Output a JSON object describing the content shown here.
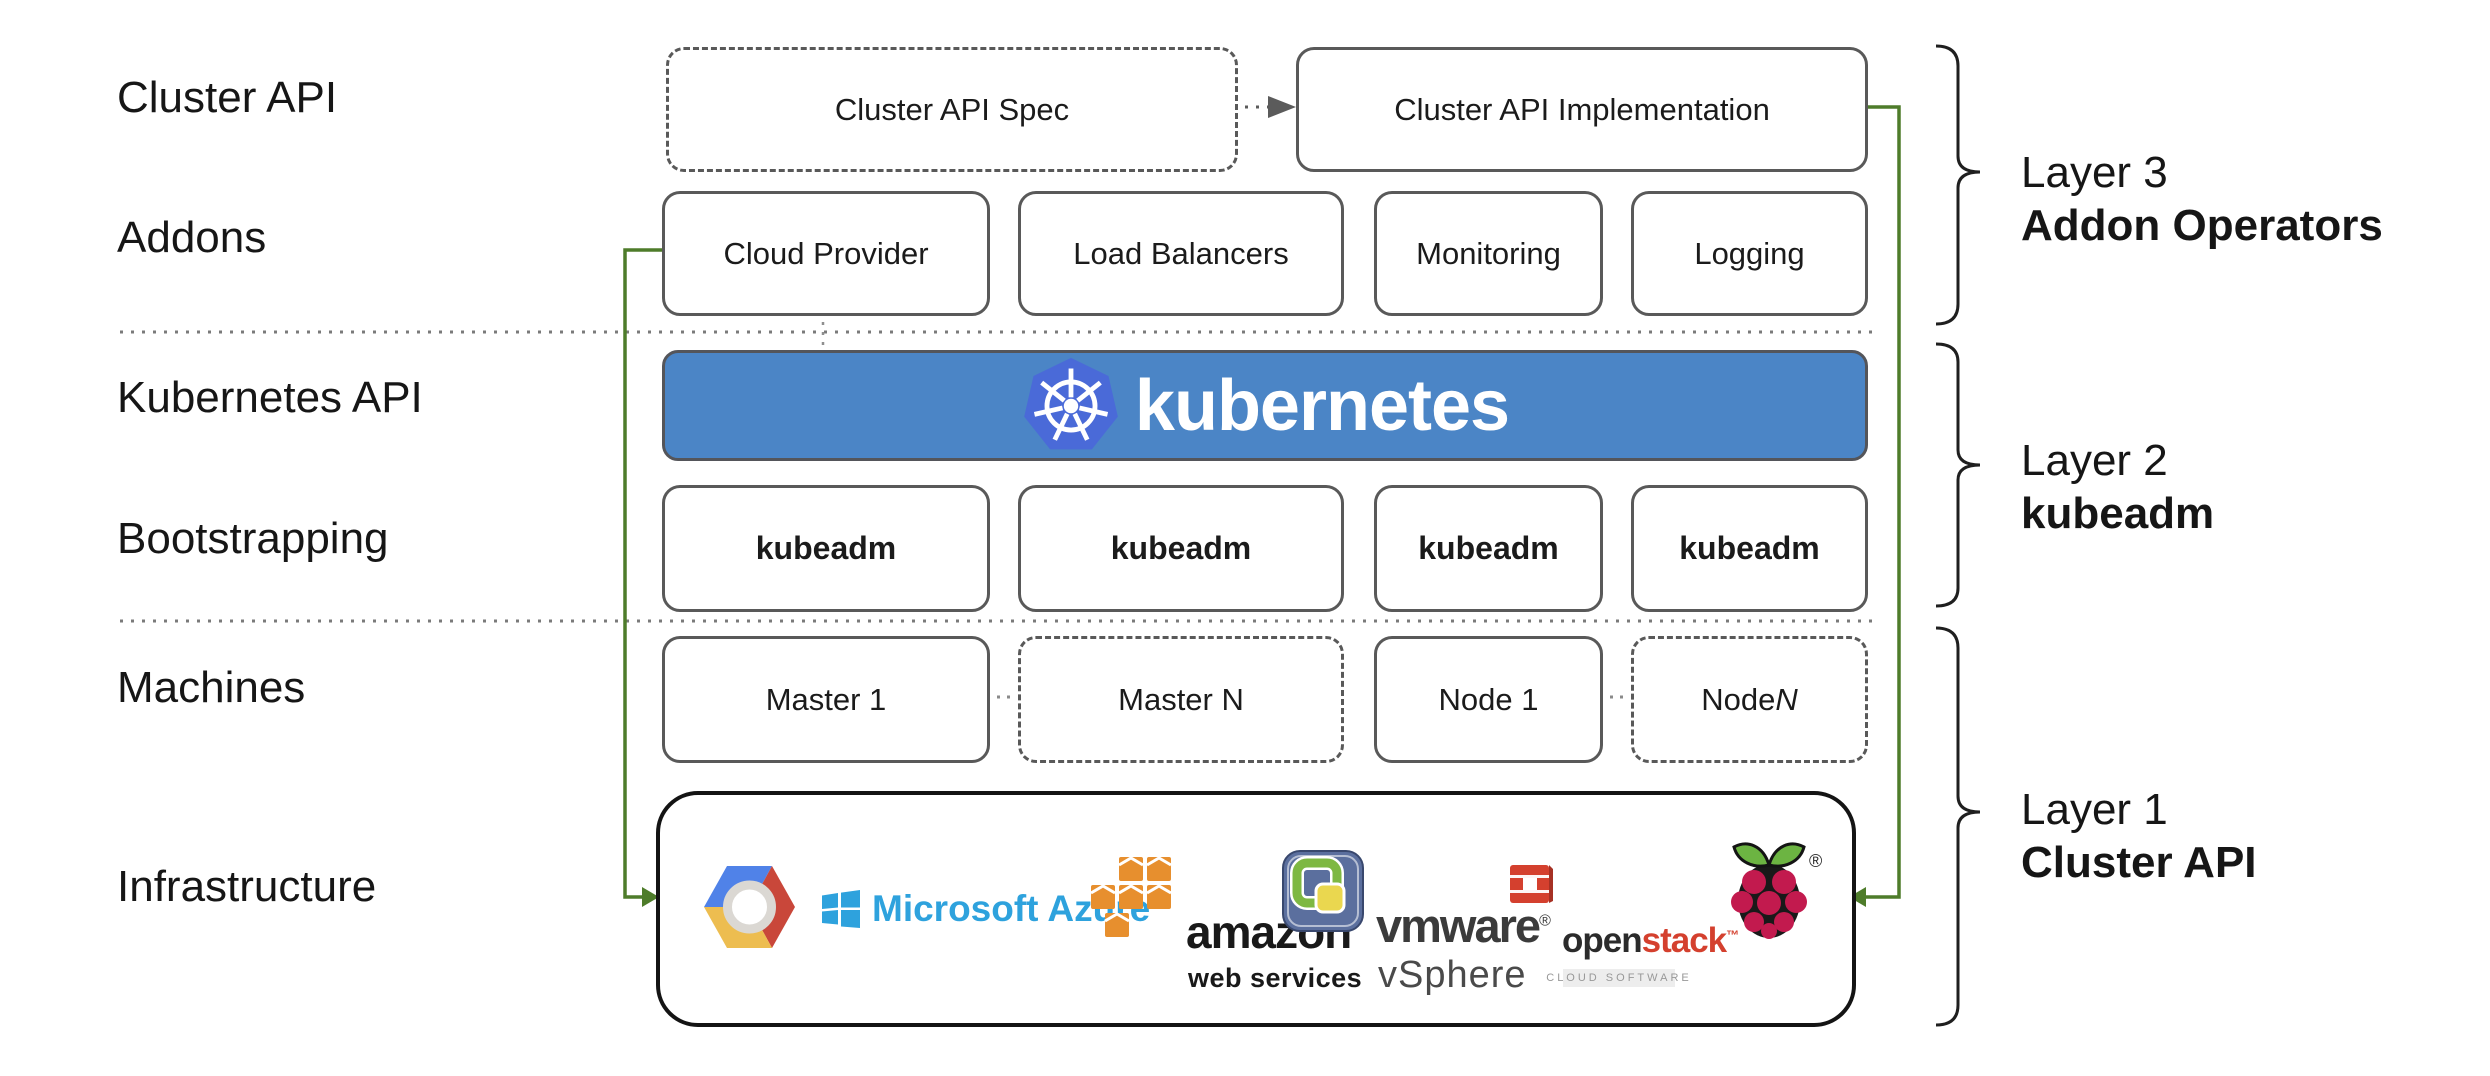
{
  "side_labels": {
    "cluster_api": "Cluster API",
    "addons": "Addons",
    "kubernetes_api": "Kubernetes API",
    "bootstrapping": "Bootstrapping",
    "machines": "Machines",
    "infrastructure": "Infrastructure"
  },
  "cluster_api_row": {
    "spec": "Cluster API Spec",
    "implementation": "Cluster API Implementation"
  },
  "addons_row": {
    "cloud_provider": "Cloud Provider",
    "load_balancers": "Load Balancers",
    "monitoring": "Monitoring",
    "logging": "Logging"
  },
  "kubernetes_banner": {
    "text": "kubernetes"
  },
  "bootstrapping_row": {
    "b1": "kubeadm",
    "b2": "kubeadm",
    "b3": "kubeadm",
    "b4": "kubeadm"
  },
  "machines_row": {
    "master1": "Master 1",
    "masterN": "Master N",
    "node1": "Node 1",
    "nodeN_prefix": "Node ",
    "nodeN_suffix": "N"
  },
  "infrastructure_row": {
    "azure_label": "Microsoft Azure",
    "amazon_line1": "amazon",
    "amazon_line2": "web services",
    "vmware_line1": "vmware",
    "vmware_reg": "®",
    "vmware_line2": "vSphere",
    "openstack_open": "open",
    "openstack_stack": "stack",
    "openstack_tm": "™",
    "openstack_sub": "CLOUD SOFTWARE",
    "raspberry_reg": "®"
  },
  "layer_labels": {
    "layer3_line1": "Layer 3",
    "layer3_line2": "Addon Operators",
    "layer2_line1": "Layer 2",
    "layer2_line2": "kubeadm",
    "layer1_line1": "Layer 1",
    "layer1_line2": "Cluster API"
  },
  "colors": {
    "accent_green": "#4e7c2a",
    "banner_blue": "#4b85c6",
    "k8s_logo_blue": "#4a6ad8",
    "box_border": "#595959",
    "azure_blue": "#2ea2dd",
    "aws_orange": "#e78f2e",
    "vmware_slate": "#5b6f9e",
    "vmware_green": "#7eb842",
    "vmware_yellow": "#ead74f",
    "openstack_red": "#d4402e",
    "raspberry_magenta": "#c21a4e",
    "raspberry_leaf": "#6cb442",
    "gcp_blue": "#5082e8",
    "gcp_red": "#c9473a",
    "gcp_yellow": "#edbd50"
  }
}
